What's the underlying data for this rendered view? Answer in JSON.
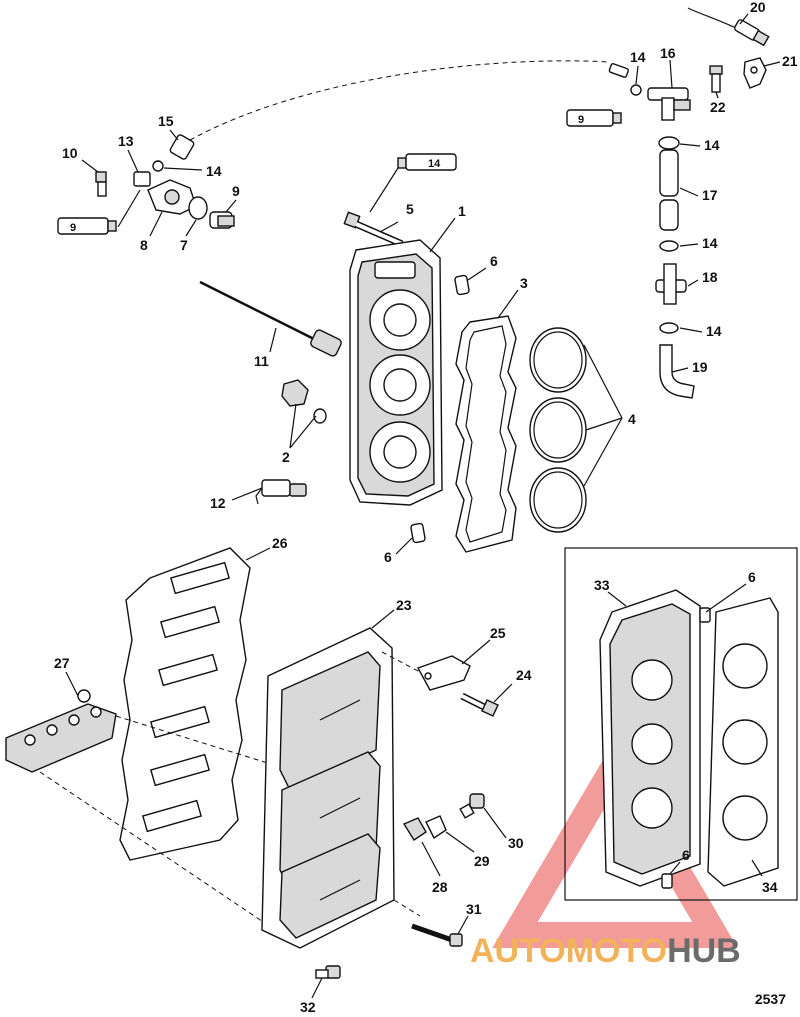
{
  "diagram_number": "2537",
  "watermark": {
    "part1": "AUTOMOTO",
    "part2": "HUB"
  },
  "tube_labels": {
    "tube_9_left": "9",
    "tube_14_top": "14",
    "tube_9_right": "9"
  },
  "callouts": [
    {
      "id": "c1",
      "text": "1"
    },
    {
      "id": "c2",
      "text": "2"
    },
    {
      "id": "c3",
      "text": "3"
    },
    {
      "id": "c4",
      "text": "4"
    },
    {
      "id": "c5",
      "text": "5"
    },
    {
      "id": "c6a",
      "text": "6"
    },
    {
      "id": "c6b",
      "text": "6"
    },
    {
      "id": "c6c",
      "text": "6"
    },
    {
      "id": "c6d",
      "text": "6"
    },
    {
      "id": "c7",
      "text": "7"
    },
    {
      "id": "c8",
      "text": "8"
    },
    {
      "id": "c9",
      "text": "9"
    },
    {
      "id": "c10",
      "text": "10"
    },
    {
      "id": "c11",
      "text": "11"
    },
    {
      "id": "c12",
      "text": "12"
    },
    {
      "id": "c13",
      "text": "13"
    },
    {
      "id": "c14a",
      "text": "14"
    },
    {
      "id": "c14b",
      "text": "14"
    },
    {
      "id": "c14c",
      "text": "14"
    },
    {
      "id": "c14d",
      "text": "14"
    },
    {
      "id": "c14e",
      "text": "14"
    },
    {
      "id": "c15",
      "text": "15"
    },
    {
      "id": "c16",
      "text": "16"
    },
    {
      "id": "c17",
      "text": "17"
    },
    {
      "id": "c18",
      "text": "18"
    },
    {
      "id": "c19",
      "text": "19"
    },
    {
      "id": "c20",
      "text": "20"
    },
    {
      "id": "c21",
      "text": "21"
    },
    {
      "id": "c22",
      "text": "22"
    },
    {
      "id": "c23",
      "text": "23"
    },
    {
      "id": "c24",
      "text": "24"
    },
    {
      "id": "c25",
      "text": "25"
    },
    {
      "id": "c26",
      "text": "26"
    },
    {
      "id": "c27",
      "text": "27"
    },
    {
      "id": "c28",
      "text": "28"
    },
    {
      "id": "c29",
      "text": "29"
    },
    {
      "id": "c30",
      "text": "30"
    },
    {
      "id": "c31",
      "text": "31"
    },
    {
      "id": "c32",
      "text": "32"
    },
    {
      "id": "c33",
      "text": "33"
    },
    {
      "id": "c34",
      "text": "34"
    }
  ],
  "colors": {
    "watermark_orange": "#f2b25a",
    "watermark_gray": "#6b6b6b",
    "watermark_triangle": "#e84848"
  }
}
